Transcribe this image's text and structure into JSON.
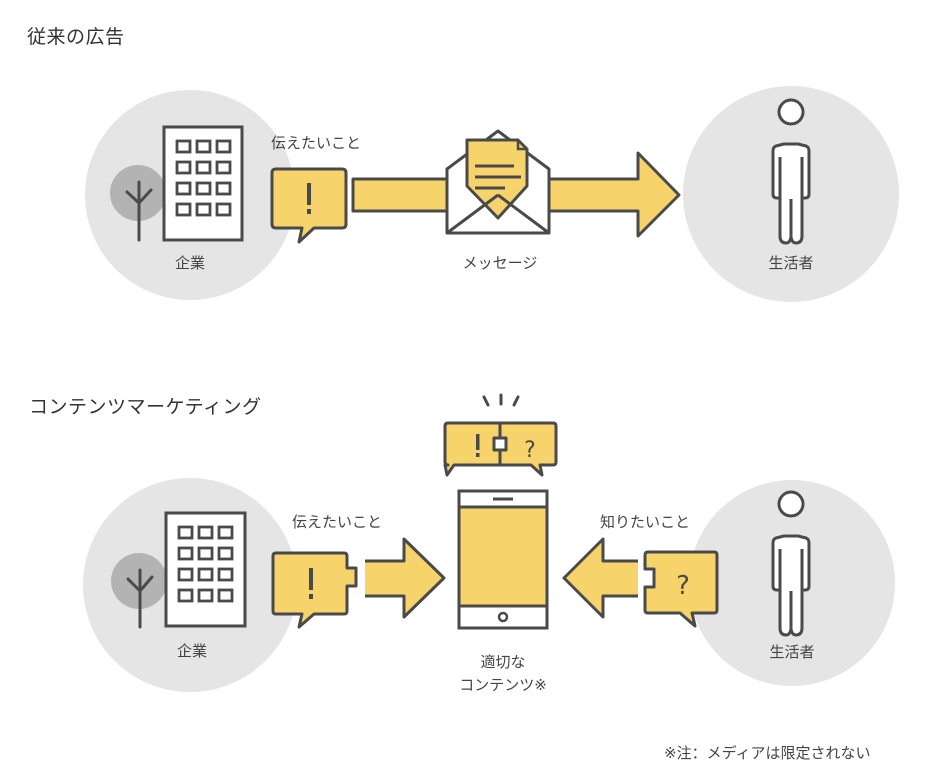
{
  "colors": {
    "yellow": "#F6D46B",
    "stroke": "#4A4A4A",
    "circle": "#E5E5E5",
    "tree": "#B3B3B3",
    "white": "#FFFFFF"
  },
  "traditional": {
    "title": "従来の広告",
    "company_label": "企業",
    "want_to_say": "伝えたいこと",
    "message_label": "メッセージ",
    "consumer_label": "生活者",
    "icons": [
      "building-icon",
      "tree-icon",
      "exclamation-bubble-icon",
      "envelope-icon",
      "arrow-right-icon",
      "person-icon"
    ]
  },
  "content_marketing": {
    "title": "コンテンツマーケティング",
    "company_label": "企業",
    "want_to_say": "伝えたいこと",
    "want_to_know": "知りたいこと",
    "content_label_line1": "適切な",
    "content_label_line2": "コンテンツ※",
    "consumer_label": "生活者",
    "icons": [
      "building-icon",
      "tree-icon",
      "exclamation-puzzle-bubble-icon",
      "arrow-right-icon",
      "smartphone-icon",
      "arrow-left-icon",
      "question-puzzle-bubble-icon",
      "person-icon",
      "matched-bubbles-icon"
    ]
  },
  "footnote": "※注：メディアは限定されない"
}
